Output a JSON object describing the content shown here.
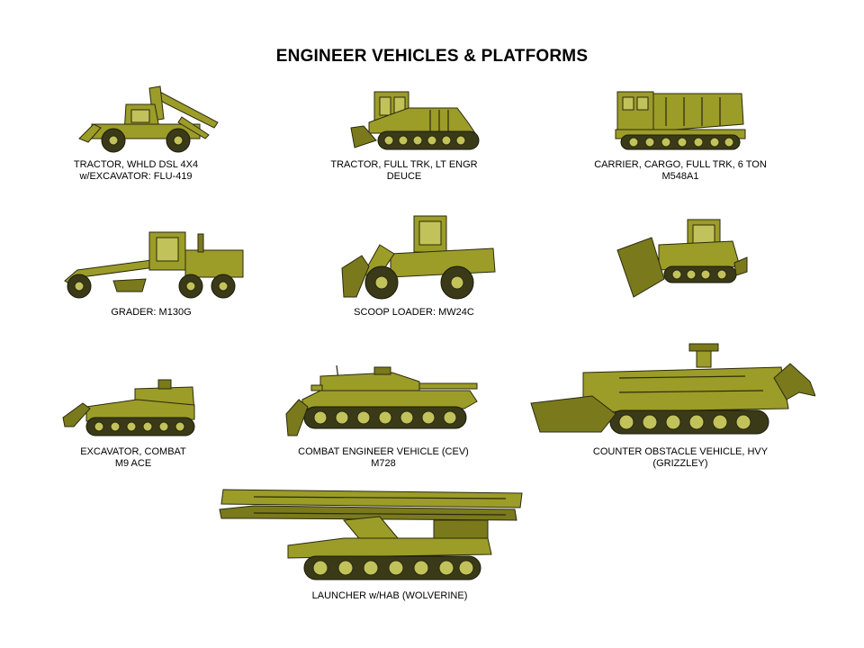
{
  "page": {
    "title": "ENGINEER  VEHICLES & PLATFORMS"
  },
  "vehicles": [
    {
      "id": "flu419",
      "line1": "TRACTOR,  WHLD DSL 4X4",
      "line2": "w/EXCAVATOR:  FLU-419"
    },
    {
      "id": "deuce",
      "line1": "TRACTOR,  FULL TRK,  LT ENGR",
      "line2": "DEUCE"
    },
    {
      "id": "m548a1",
      "line1": "CARRIER,  CARGO, FULL TRK,  6 TON",
      "line2": "M548A1"
    },
    {
      "id": "m130g",
      "line1": "GRADER: M130G",
      "line2": ""
    },
    {
      "id": "mw24c",
      "line1": "SCOOP LOADER: MW24C",
      "line2": ""
    },
    {
      "id": "dozer",
      "line1": "",
      "line2": ""
    },
    {
      "id": "m9ace",
      "line1": "EXCAVATOR, COMBAT",
      "line2": "M9 ACE"
    },
    {
      "id": "m728",
      "line1": "COMBAT ENGINEER VEHICLE (CEV)",
      "line2": "M728"
    },
    {
      "id": "grizzley",
      "line1": "COUNTER OBSTACLE VEHICLE, HVY",
      "line2": "(GRIZZLEY)"
    },
    {
      "id": "wolverine",
      "line1": "LAUNCHER  w/HAB  (WOLVERINE)",
      "line2": ""
    }
  ],
  "colors": {
    "vehicle_body": "#9c9c28",
    "vehicle_shadow": "#7a7a1c",
    "track": "#3a3a18",
    "outline": "#2a2a10"
  }
}
